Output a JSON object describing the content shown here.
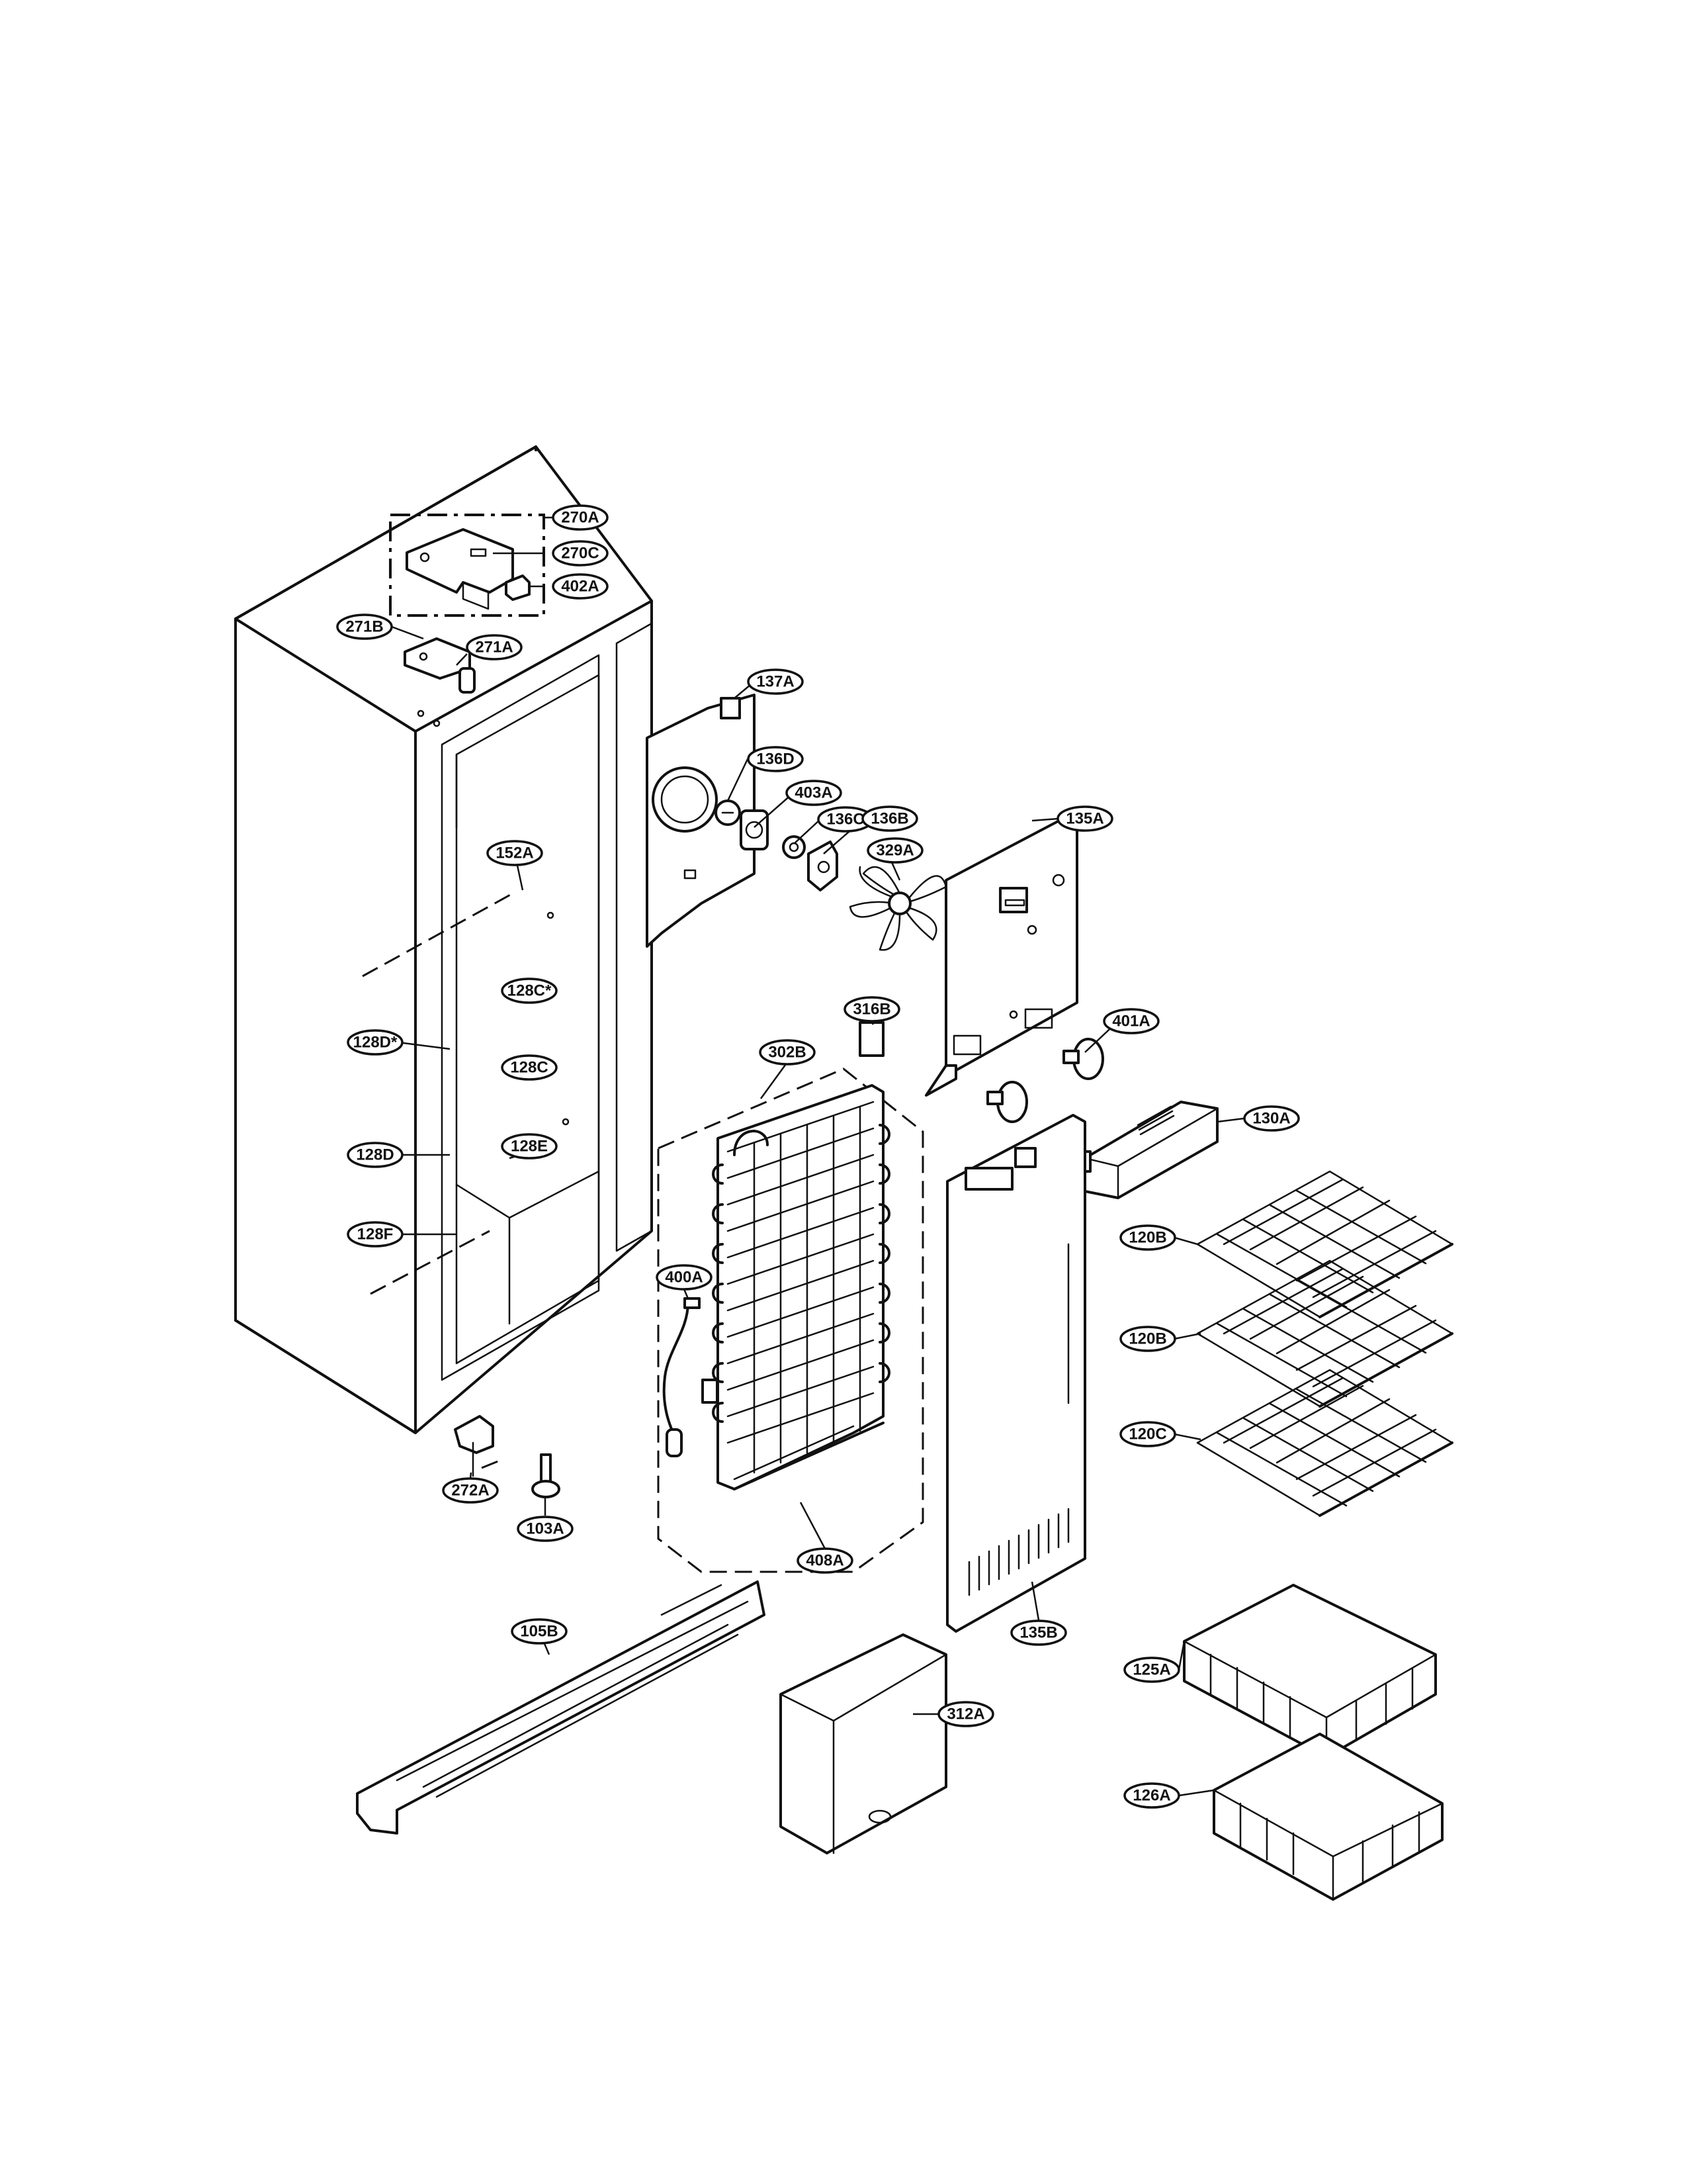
{
  "diagram": {
    "callouts": [
      {
        "id": "c-270A",
        "label": "270A"
      },
      {
        "id": "c-270C",
        "label": "270C"
      },
      {
        "id": "c-402A",
        "label": "402A"
      },
      {
        "id": "c-271B",
        "label": "271B"
      },
      {
        "id": "c-271A",
        "label": "271A"
      },
      {
        "id": "c-137A",
        "label": "137A"
      },
      {
        "id": "c-136D",
        "label": "136D"
      },
      {
        "id": "c-403A",
        "label": "403A"
      },
      {
        "id": "c-136C",
        "label": "136C"
      },
      {
        "id": "c-136B",
        "label": "136B"
      },
      {
        "id": "c-329A",
        "label": "329A"
      },
      {
        "id": "c-135A",
        "label": "135A"
      },
      {
        "id": "c-152A",
        "label": "152A"
      },
      {
        "id": "c-128C1",
        "label": "128C*"
      },
      {
        "id": "c-128C2",
        "label": "128C"
      },
      {
        "id": "c-128D1",
        "label": "128D*"
      },
      {
        "id": "c-128D2",
        "label": "128D"
      },
      {
        "id": "c-128E",
        "label": "128E"
      },
      {
        "id": "c-128F",
        "label": "128F"
      },
      {
        "id": "c-316B",
        "label": "316B"
      },
      {
        "id": "c-302B",
        "label": "302B"
      },
      {
        "id": "c-401A",
        "label": "401A"
      },
      {
        "id": "c-130A",
        "label": "130A"
      },
      {
        "id": "c-400A",
        "label": "400A"
      },
      {
        "id": "c-120B1",
        "label": "120B"
      },
      {
        "id": "c-120B2",
        "label": "120B"
      },
      {
        "id": "c-120C",
        "label": "120C"
      },
      {
        "id": "c-272A",
        "label": "272A"
      },
      {
        "id": "c-103A",
        "label": "103A"
      },
      {
        "id": "c-408A",
        "label": "408A"
      },
      {
        "id": "c-135B",
        "label": "135B"
      },
      {
        "id": "c-105B",
        "label": "105B"
      },
      {
        "id": "c-312A",
        "label": "312A"
      },
      {
        "id": "c-125A",
        "label": "125A"
      },
      {
        "id": "c-126A",
        "label": "126A"
      }
    ]
  }
}
